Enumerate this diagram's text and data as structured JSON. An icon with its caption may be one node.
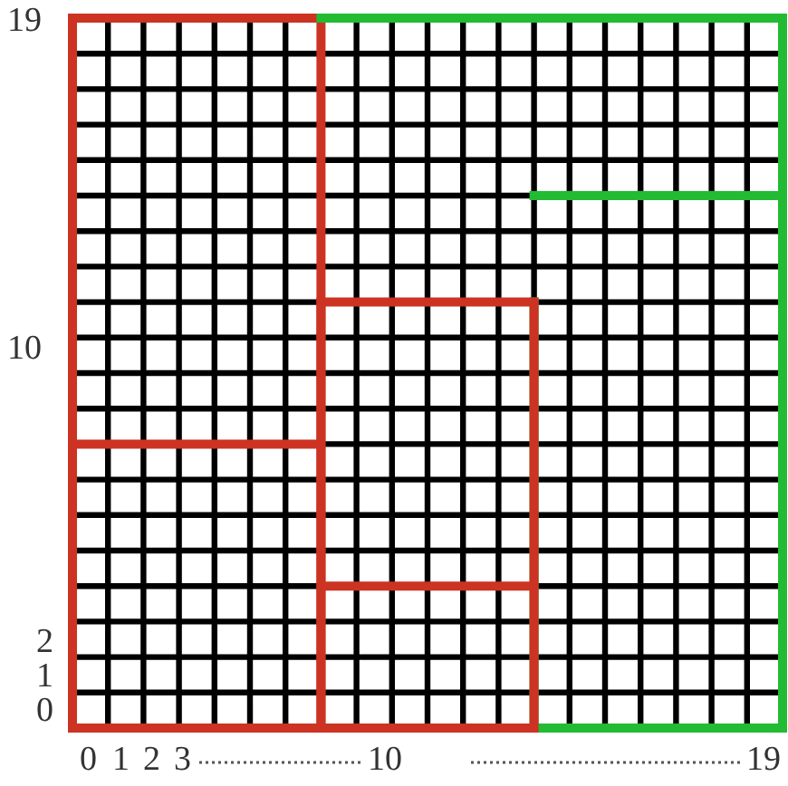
{
  "diagram": {
    "labels": [
      "19",
      "10",
      "2",
      "1",
      "0",
      "0",
      "1",
      "2",
      "3",
      "10",
      "19"
    ]
  }
}
